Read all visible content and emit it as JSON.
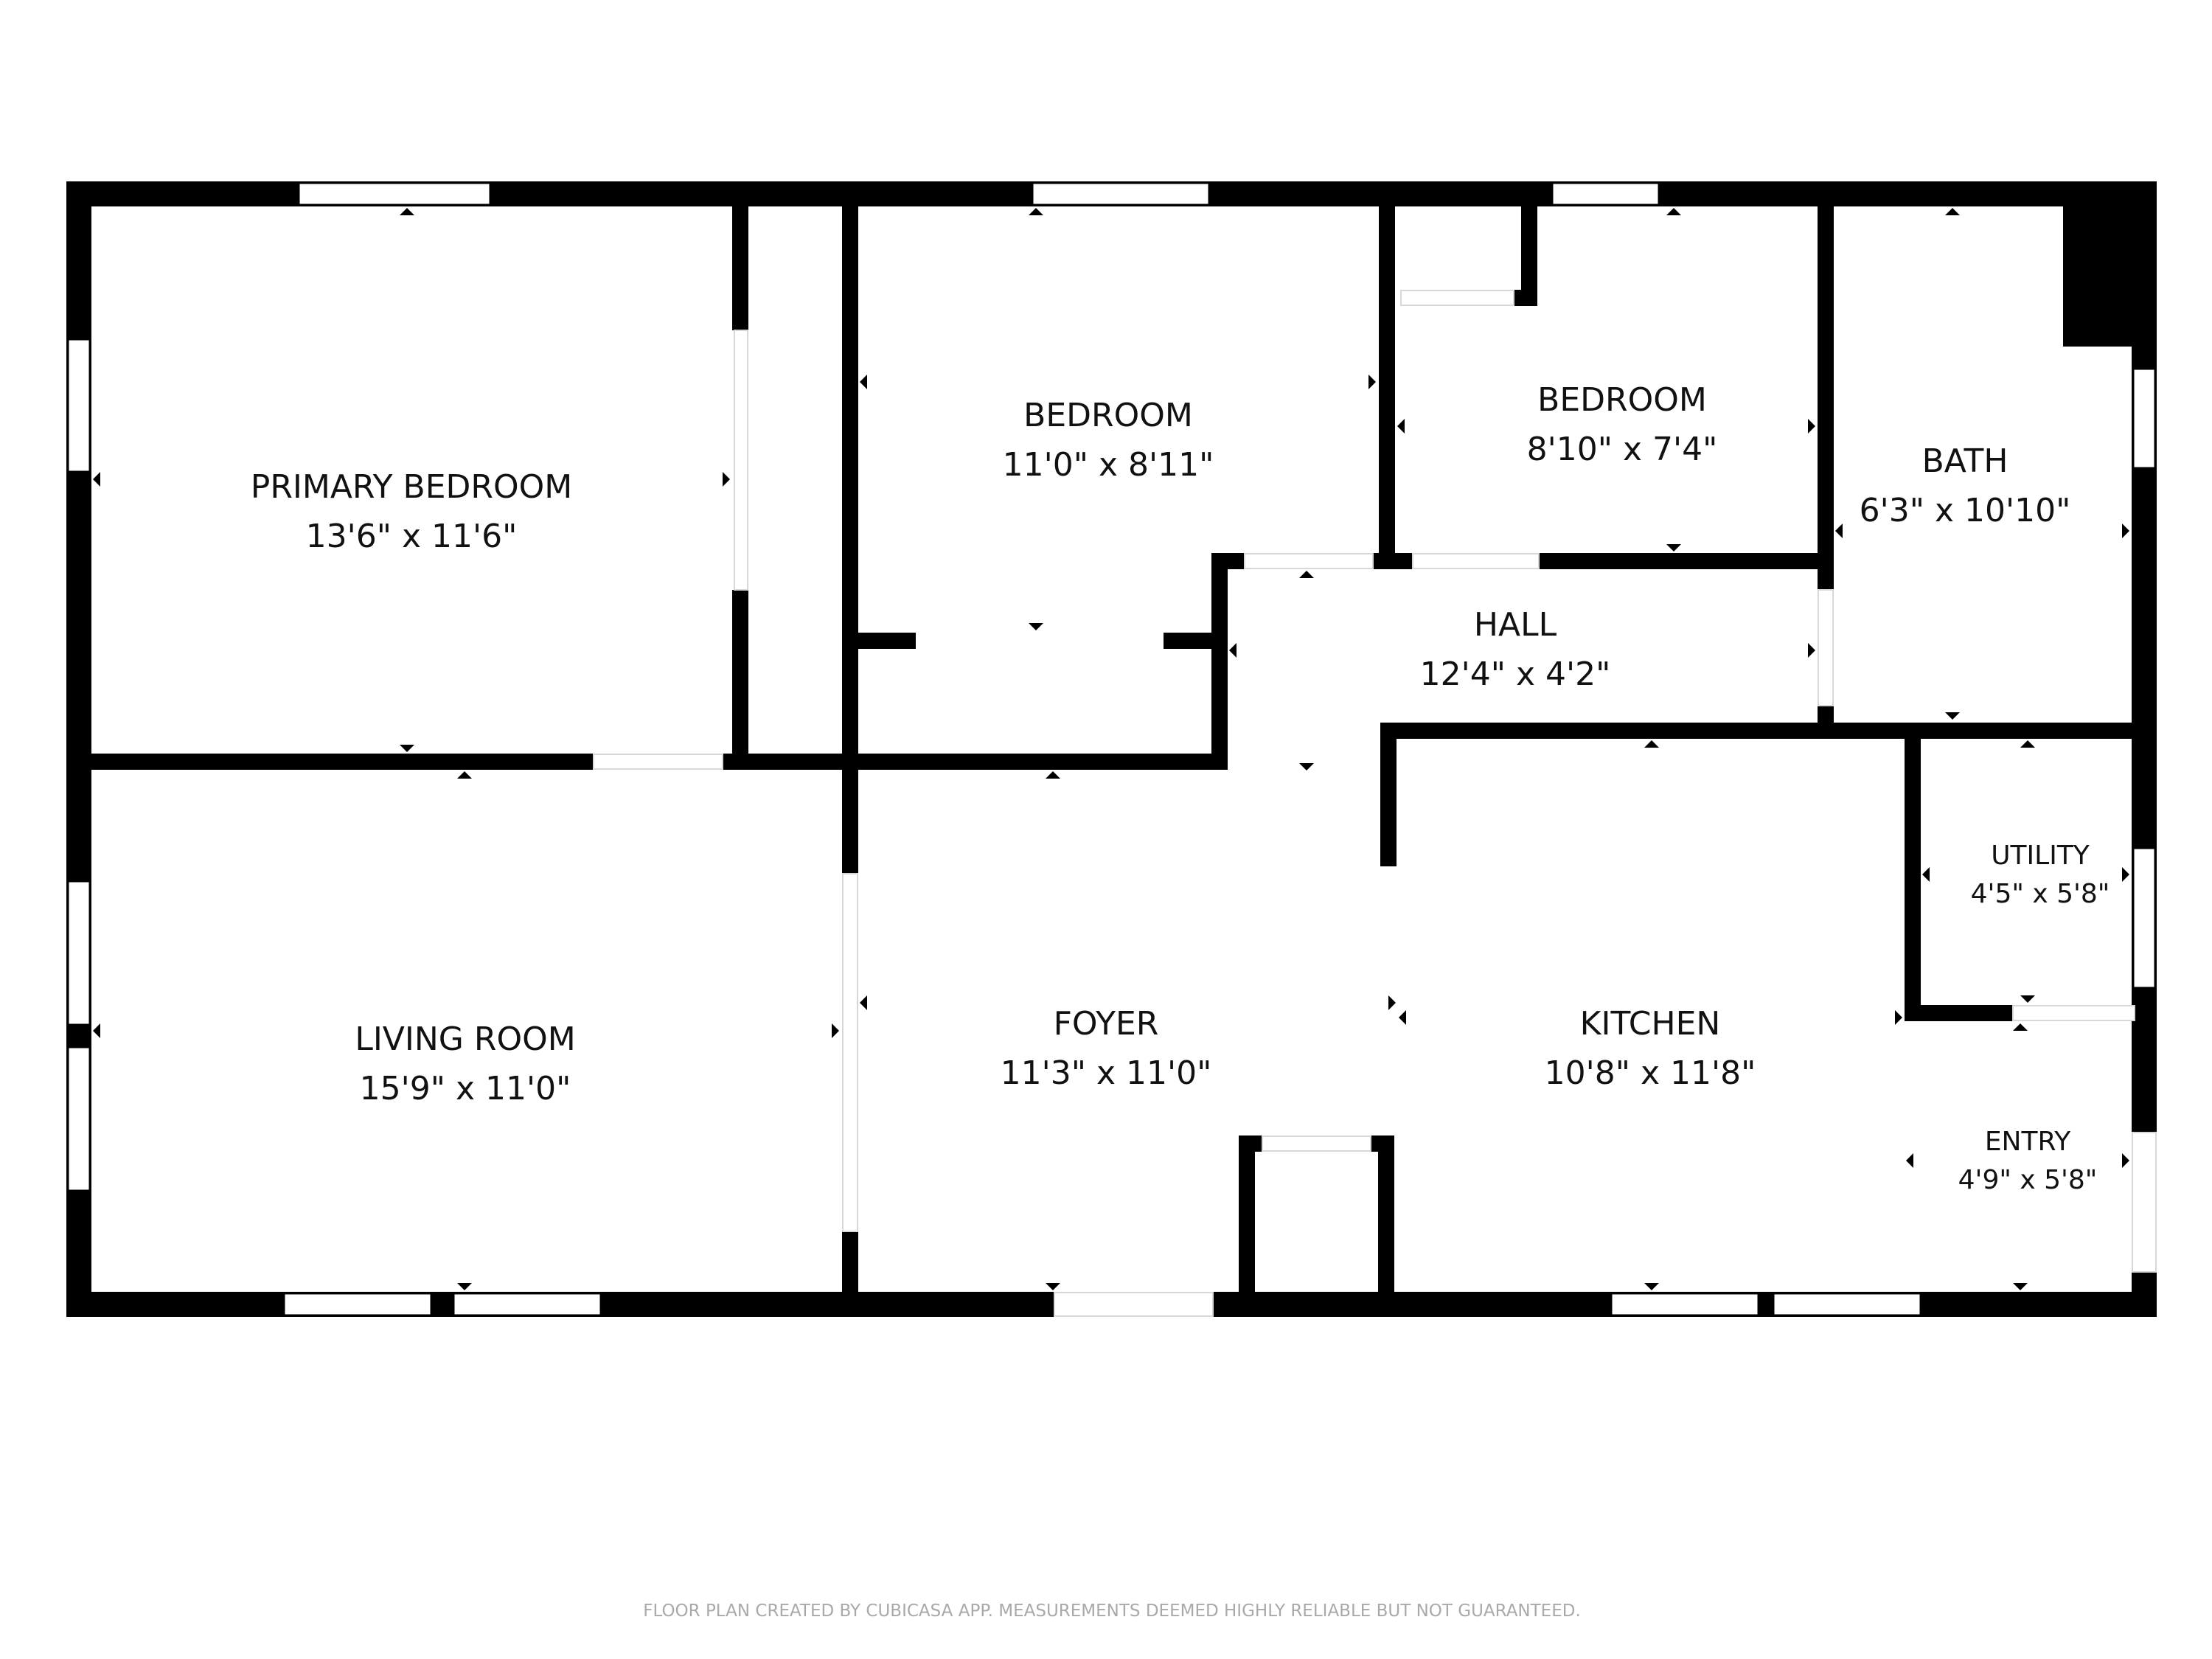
{
  "rooms": [
    {
      "name": "PRIMARY BEDROOM",
      "dims": "13'6\" x 11'6\""
    },
    {
      "name": "BEDROOM",
      "dims": "11'0\" x 8'11\""
    },
    {
      "name": "BEDROOM",
      "dims": "8'10\" x 7'4\""
    },
    {
      "name": "BATH",
      "dims": "6'3\" x 10'10\""
    },
    {
      "name": "HALL",
      "dims": "12'4\" x 4'2\""
    },
    {
      "name": "UTILITY",
      "dims": "4'5\" x 5'8\""
    },
    {
      "name": "LIVING ROOM",
      "dims": "15'9\" x 11'0\""
    },
    {
      "name": "FOYER",
      "dims": "11'3\" x 11'0\""
    },
    {
      "name": "KITCHEN",
      "dims": "10'8\" x 11'8\""
    },
    {
      "name": "ENTRY",
      "dims": "4'9\" x 5'8\""
    }
  ],
  "footer": "FLOOR PLAN CREATED BY CUBICASA APP. MEASUREMENTS DEEMED HIGHLY RELIABLE BUT NOT GUARANTEED.",
  "colors": {
    "wall": "#000000",
    "background": "#ffffff",
    "footer_text": "#a9a9a9"
  }
}
